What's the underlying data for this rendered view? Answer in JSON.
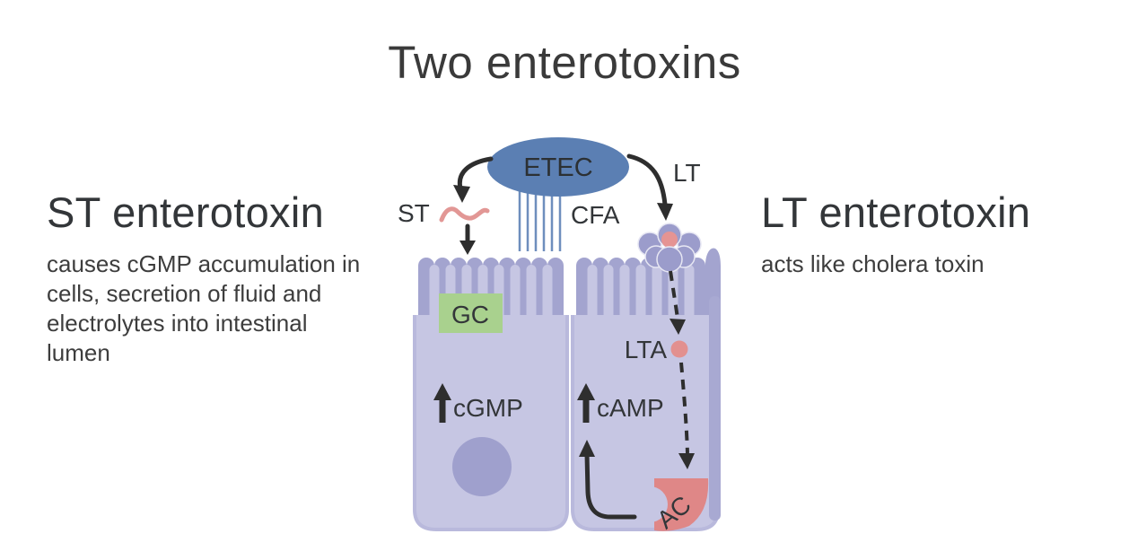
{
  "title": "Two enterotoxins",
  "st_panel": {
    "heading": "ST enterotoxin",
    "description_lines": [
      "causes cGMP accumulation in",
      "cells, secretion of fluid and",
      "electrolytes into intestinal",
      "lumen"
    ]
  },
  "lt_panel": {
    "heading": "LT enterotoxin",
    "description": "acts like cholera toxin"
  },
  "diagram": {
    "bacterium_label": "ETEC",
    "st_toxin_label": "ST",
    "fimbriae_label": "CFA",
    "lt_toxin_label": "LT",
    "gc_receptor_label": "GC",
    "lt_a_subunit_label": "LTA",
    "cgmp_label": "cGMP",
    "camp_label": "cAMP",
    "adenylate_cyclase_label": "AC",
    "colors": {
      "bacterium_blue": "#5b7fb3",
      "fimbriae_blue": "#6e8ebd",
      "cell_fill": "#c6c6e3",
      "cell_shadow": "#a3a4cf",
      "cell_edge": "#b9b9dc",
      "nucleus": "#9fa0cd",
      "gc_receptor_green": "#a9d18e",
      "toxin_pink": "#e2908f",
      "adenylate_cyclase_pink": "#df8787",
      "arrow_dark": "#2e2e2e",
      "text_dark": "#3a3a3a"
    }
  }
}
